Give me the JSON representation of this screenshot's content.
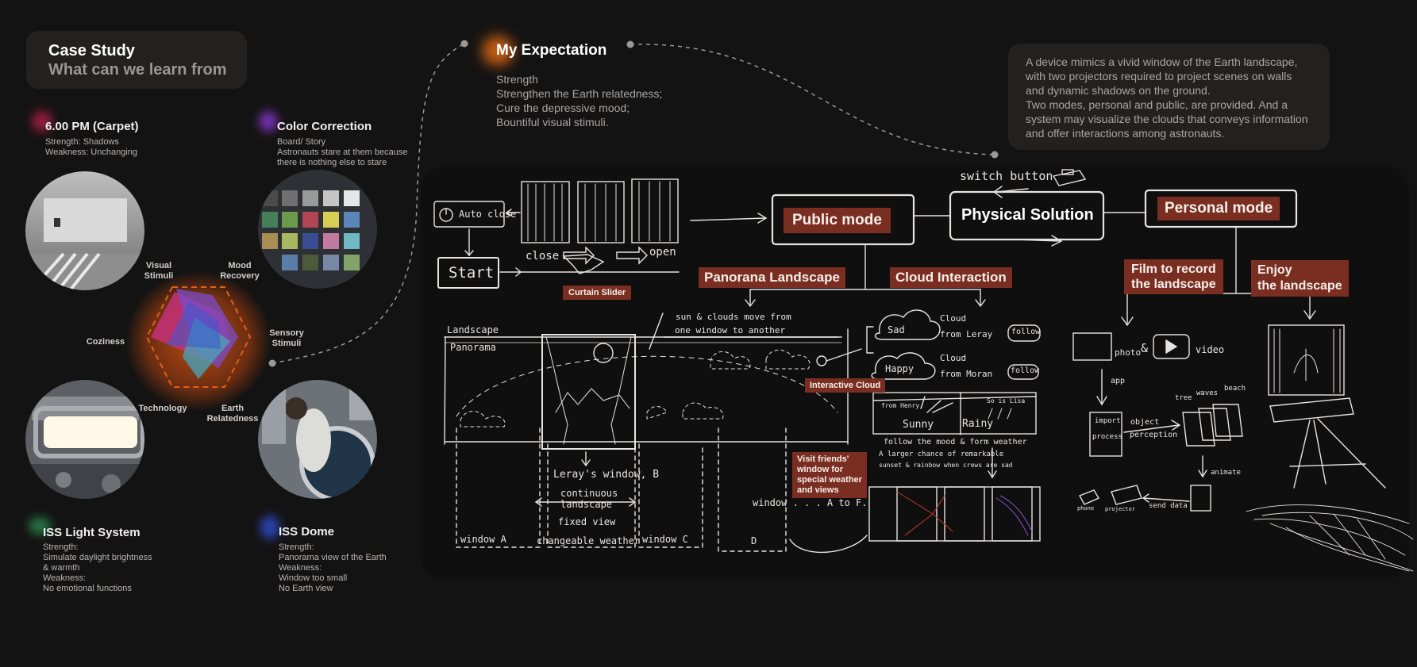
{
  "header": {
    "title": "Case Study",
    "subtitle": "What can we learn from"
  },
  "cases": [
    {
      "title": "6.00 PM (Carpet)",
      "lines": [
        "Strength: Shadows",
        "Weakness: Unchanging"
      ],
      "accent": "#c0224f"
    },
    {
      "title": "Color Correction",
      "lines": [
        "Board/ Story",
        "Astronauts stare at them because",
        "there is nothing else to stare"
      ],
      "accent": "#8a3ad6"
    },
    {
      "title": "ISS Light System",
      "lines": [
        "Strength:",
        "Simulate daylight brightness",
        "& warmth",
        "Weakness:",
        "No emotional functions"
      ],
      "accent": "#2e9e5a"
    },
    {
      "title": "ISS Dome",
      "lines": [
        "Strength:",
        "Panorama view of the Earth",
        "Weakness:",
        "Window too small",
        "No Earth view"
      ],
      "accent": "#2f4fd8"
    }
  ],
  "radar": {
    "axes": [
      "Visual\nStimuli",
      "Mood\nRecovery",
      "Sensory\nStimuli",
      "Earth\nRelatedness",
      "Technology",
      "Coziness"
    ],
    "colors": {
      "glow": "#d9540f",
      "dash": "#e0601b"
    }
  },
  "expectation": {
    "title": "My Expectation",
    "lines": [
      "Strength",
      "Strengthen the Earth relatedness;",
      "Cure the depressive mood;",
      "Bountiful visual stimuli."
    ]
  },
  "description": {
    "lines": [
      "A device mimics a vivid window of the Earth landscape,",
      "with two projectors required to project scenes on walls",
      "and dynamic shadows on the ground.",
      "Two modes, personal and public, are provided. And a",
      "system may visualize the clouds that conveys information",
      "and offer interactions among astronauts."
    ]
  },
  "sketch": {
    "auto_close": "Auto close",
    "start": "Start",
    "close": "close",
    "open": "open",
    "curtain_slider": "Curtain Slider",
    "public_mode": "Public mode",
    "physical_solution": "Physical Solution",
    "personal_mode": "Personal mode",
    "switch_button": "switch button",
    "panorama_landscape": "Panorana Landscape",
    "cloud_interaction": "Cloud Interaction",
    "film_record": "Film to record\nthe landscape",
    "enjoy_landscape": "Enjoy\nthe landscape",
    "landscape": "Landscape",
    "panorama": "Panorama",
    "sun_clouds": "sun & clouds move from",
    "one_window": "one window to another",
    "sad": "Sad",
    "happy": "Happy",
    "cloud_leray": "Cloud\nfrom Leray",
    "cloud_moran": "Cloud\nfrom Moran",
    "follow": "follow",
    "interactive_cloud": "Interactive Cloud",
    "sunny": "Sunny",
    "rainy": "Rainy",
    "from_henry": "from Henry",
    "so_is_lisa": "So is Lisa",
    "follow_mood": "follow the mood & form weather",
    "larger_chance": "A larger chance of remarkable",
    "sunset": "sunset & rainbow when crews are sad",
    "visit_friends": "Visit friends'\nwindow for\nspecial weather\nand views",
    "window_a_to_f": "window . . . A to F.",
    "leray_window": "Leray's window, B",
    "continuous": "continuous",
    "landscape_small": "landscape",
    "fixed_view": "fixed view",
    "changeable": "changeable weather",
    "window_a": "window A",
    "window_c": "window C",
    "window_d": "D",
    "photo": "photo",
    "amp": "&",
    "video": "video",
    "app": "app",
    "import": "import",
    "process": "process",
    "object": "object",
    "perception": "perception",
    "tree": "tree",
    "waves": "waves",
    "beach": "beach",
    "animate": "animate",
    "phone": "phone",
    "projector": "projector",
    "send_data": "send data"
  }
}
